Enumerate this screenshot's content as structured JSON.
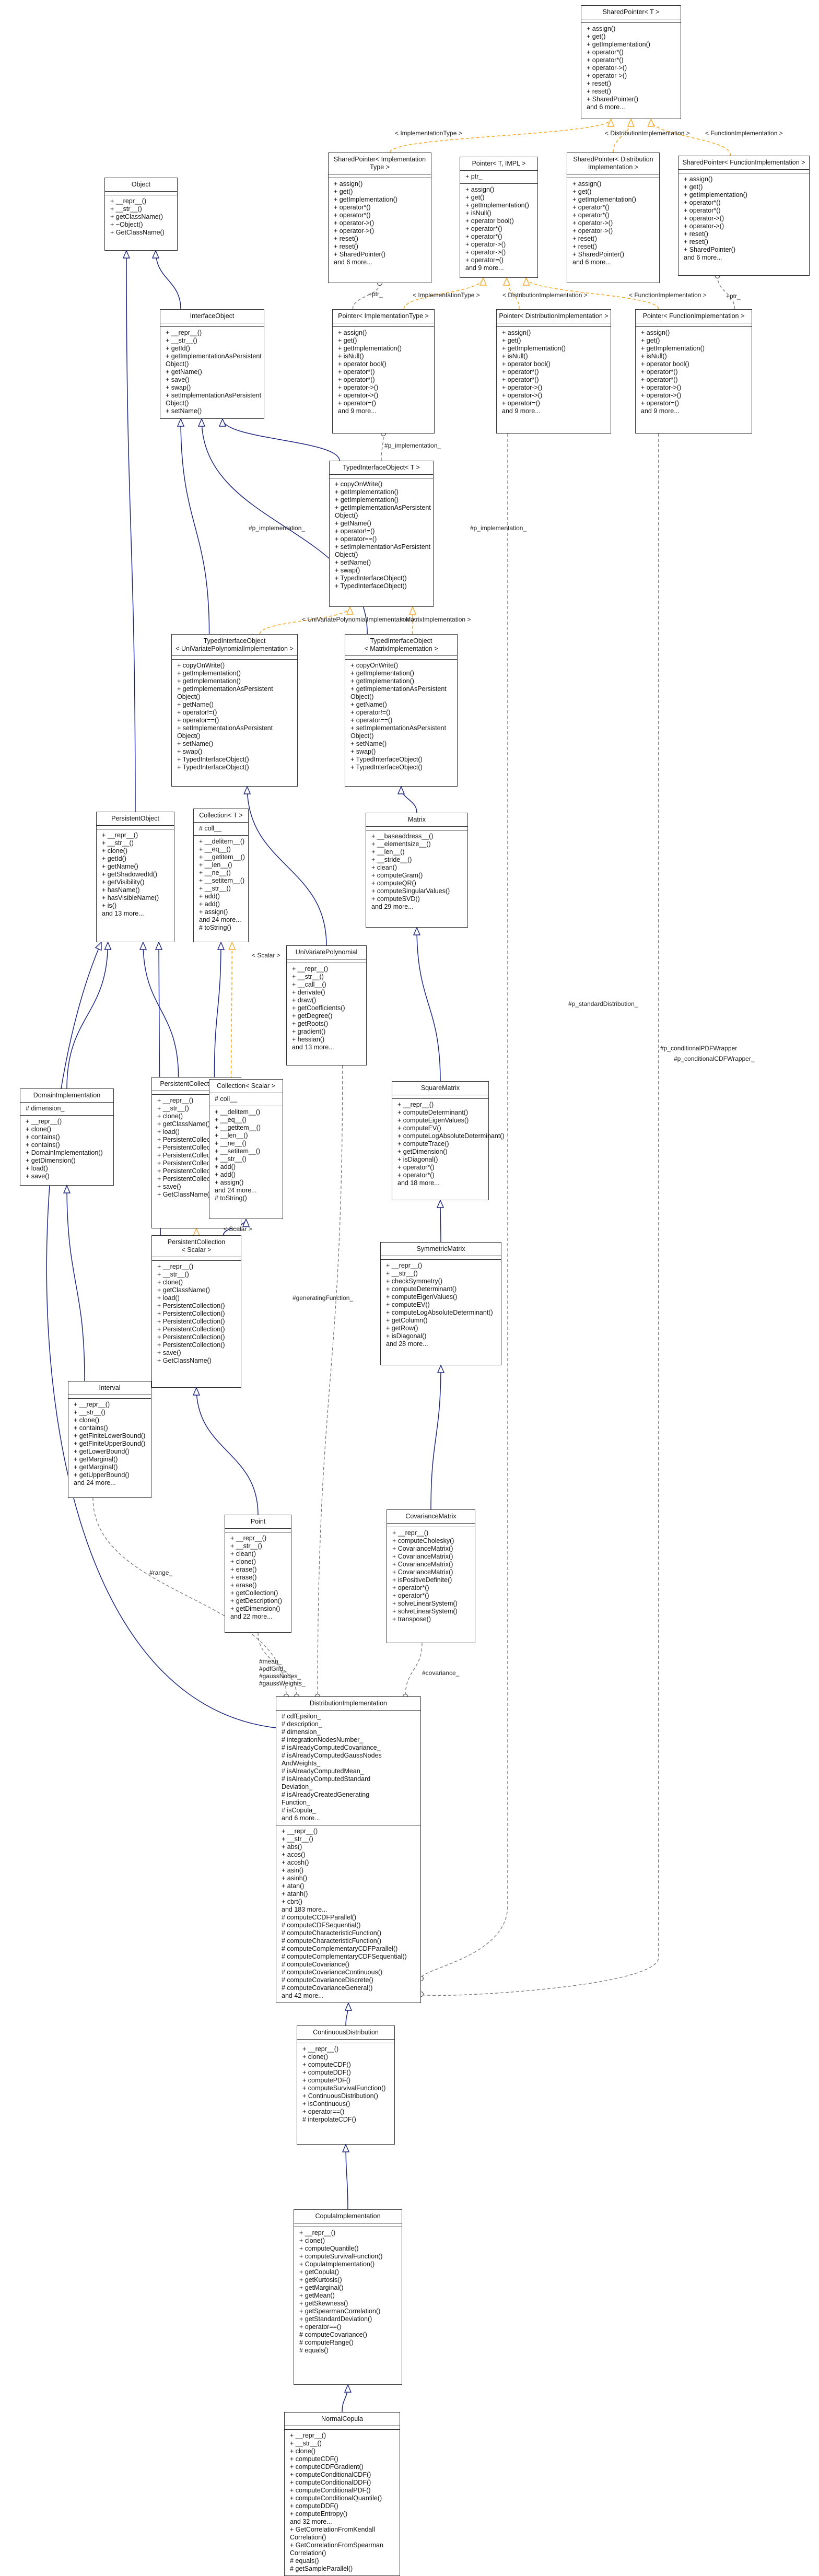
{
  "diagram": {
    "highlighted": "NormalCopula",
    "nodes": [
      {
        "id": "sharedptr_t",
        "title": "SharedPointer< T >",
        "attrs": [],
        "ops": [
          "+ assign()",
          "+ get()",
          "+ getImplementation()",
          "+ operator*()",
          "+ operator*()",
          "+ operator->()",
          "+ operator->()",
          "+ reset()",
          "+ reset()",
          "+ SharedPointer()",
          "and 6 more..."
        ]
      },
      {
        "id": "sharedptr_impl",
        "title": "SharedPointer< Implementation\nType >",
        "attrs": [],
        "ops": [
          "+ assign()",
          "+ get()",
          "+ getImplementation()",
          "+ operator*()",
          "+ operator*()",
          "+ operator->()",
          "+ operator->()",
          "+ reset()",
          "+ reset()",
          "+ SharedPointer()",
          "and 6 more..."
        ]
      },
      {
        "id": "pointer_t",
        "title": "Pointer< T, IMPL >",
        "attrs": [
          "+ ptr_"
        ],
        "ops": [
          "+ assign()",
          "+ get()",
          "+ getImplementation()",
          "+ isNull()",
          "+ operator bool()",
          "+ operator*()",
          "+ operator*()",
          "+ operator->()",
          "+ operator->()",
          "+ operator=()",
          "and 9 more..."
        ]
      },
      {
        "id": "sharedptr_dist",
        "title": "SharedPointer< Distribution\nImplementation >",
        "attrs": [],
        "ops": [
          "+ assign()",
          "+ get()",
          "+ getImplementation()",
          "+ operator*()",
          "+ operator*()",
          "+ operator->()",
          "+ operator->()",
          "+ reset()",
          "+ reset()",
          "+ SharedPointer()",
          "and 6 more..."
        ]
      },
      {
        "id": "sharedptr_func",
        "title": "SharedPointer< FunctionImplementation >",
        "attrs": [],
        "ops": [
          "+ assign()",
          "+ get()",
          "+ getImplementation()",
          "+ operator*()",
          "+ operator*()",
          "+ operator->()",
          "+ operator->()",
          "+ reset()",
          "+ reset()",
          "+ SharedPointer()",
          "and 6 more..."
        ]
      },
      {
        "id": "object",
        "title": "Object",
        "attrs": [],
        "ops": [
          "+ __repr__()",
          "+ __str__()",
          "+ getClassName()",
          "+ ~Object()",
          "+ GetClassName()"
        ]
      },
      {
        "id": "pointer_impltype",
        "title": "Pointer< ImplementationType >",
        "attrs": [],
        "ops": [
          "+ assign()",
          "+ get()",
          "+ getImplementation()",
          "+ isNull()",
          "+ operator bool()",
          "+ operator*()",
          "+ operator*()",
          "+ operator->()",
          "+ operator->()",
          "+ operator=()",
          "and 9 more..."
        ]
      },
      {
        "id": "pointer_dist",
        "title": "Pointer< DistributionImplementation >",
        "attrs": [],
        "ops": [
          "+ assign()",
          "+ get()",
          "+ getImplementation()",
          "+ isNull()",
          "+ operator bool()",
          "+ operator*()",
          "+ operator*()",
          "+ operator->()",
          "+ operator->()",
          "+ operator=()",
          "and 9 more..."
        ]
      },
      {
        "id": "pointer_func",
        "title": "Pointer< FunctionImplementation >",
        "attrs": [],
        "ops": [
          "+ assign()",
          "+ get()",
          "+ getImplementation()",
          "+ isNull()",
          "+ operator bool()",
          "+ operator*()",
          "+ operator*()",
          "+ operator->()",
          "+ operator->()",
          "+ operator=()",
          "and 9 more..."
        ]
      },
      {
        "id": "interfaceobject",
        "title": "InterfaceObject",
        "attrs": [],
        "ops": [
          "+ __repr__()",
          "+ __str__()",
          "+ getId()",
          "+ getImplementationAsPersistent",
          "Object()",
          "+ getName()",
          "+ save()",
          "+ swap()",
          "+ setImplementationAsPersistent",
          "Object()",
          "+ setName()"
        ]
      },
      {
        "id": "typedinterface_t",
        "title": "TypedInterfaceObject< T >",
        "attrs": [],
        "ops": [
          "+ copyOnWrite()",
          "+ getImplementation()",
          "+ getImplementation()",
          "+ getImplementationAsPersistent",
          "Object()",
          "+ getName()",
          "+ operator!=()",
          "+ operator==()",
          "+ setImplementationAsPersistent",
          "Object()",
          "+ setName()",
          "+ swap()",
          "+ TypedInterfaceObject()",
          "+ TypedInterfaceObject()"
        ]
      },
      {
        "id": "typedinterface_uvp",
        "title": "TypedInterfaceObject\n< UniVariatePolynomialImplementation >",
        "attrs": [],
        "ops": [
          "+ copyOnWrite()",
          "+ getImplementation()",
          "+ getImplementation()",
          "+ getImplementationAsPersistent",
          "Object()",
          "+ getName()",
          "+ operator!=()",
          "+ operator==()",
          "+ setImplementationAsPersistent",
          "Object()",
          "+ setName()",
          "+ swap()",
          "+ TypedInterfaceObject()",
          "+ TypedInterfaceObject()"
        ]
      },
      {
        "id": "typedinterface_matrix",
        "title": "TypedInterfaceObject\n< MatrixImplementation >",
        "attrs": [],
        "ops": [
          "+ copyOnWrite()",
          "+ getImplementation()",
          "+ getImplementation()",
          "+ getImplementationAsPersistent",
          "Object()",
          "+ getName()",
          "+ operator!=()",
          "+ operator==()",
          "+ setImplementationAsPersistent",
          "Object()",
          "+ setName()",
          "+ swap()",
          "+ TypedInterfaceObject()",
          "+ TypedInterfaceObject()"
        ]
      },
      {
        "id": "persistentobject",
        "title": "PersistentObject",
        "attrs": [],
        "ops": [
          "+ __repr__()",
          "+ __str__()",
          "+ clone()",
          "+ getId()",
          "+ getName()",
          "+ getShadowedId()",
          "+ getVisibility()",
          "+ hasName()",
          "+ hasVisibleName()",
          "+ is()",
          "and 13 more..."
        ]
      },
      {
        "id": "collection_t",
        "title": "Collection< T >",
        "attrs": [
          "# coll__"
        ],
        "ops": [
          "+ __delitem__()",
          "+ __eq__()",
          "+ __getitem__()",
          "+ __len__()",
          "+ __ne__()",
          "+ __setitem__()",
          "+ __str__()",
          "+ add()",
          "+ add()",
          "+ assign()",
          "and 24 more...",
          "# toString()"
        ]
      },
      {
        "id": "matrix",
        "title": "Matrix",
        "attrs": [],
        "ops": [
          "+ __baseaddress__()",
          "+ __elementsize__()",
          "+ __len__()",
          "+ __stride__()",
          "+ clean()",
          "+ computeGram()",
          "+ computeQR()",
          "+ computeSingularValues()",
          "+ computeSVD()",
          "and 29 more..."
        ]
      },
      {
        "id": "univariatepolynomial",
        "title": "UniVariatePolynomial",
        "attrs": [],
        "ops": [
          "+ __repr__()",
          "+ __str__()",
          "+ __call__()",
          "+ derivate()",
          "+ draw()",
          "+ getCoefficients()",
          "+ getDegree()",
          "+ getRoots()",
          "+ gradient()",
          "+ hessian()",
          "and 13 more..."
        ]
      },
      {
        "id": "domainimplementation",
        "title": "DomainImplementation",
        "attrs": [
          "# dimension_"
        ],
        "ops": [
          "+ __repr__()",
          "+ clone()",
          "+ contains()",
          "+ contains()",
          "+ DomainImplementation()",
          "+ getDimension()",
          "+ load()",
          "+ save()"
        ]
      },
      {
        "id": "persistentcollection_t",
        "title": "PersistentCollection< T >",
        "attrs": [],
        "ops": [
          "+ __repr__()",
          "+ __str__()",
          "+ clone()",
          "+ getClassName()",
          "+ load()",
          "+ PersistentCollection()",
          "+ PersistentCollection()",
          "+ PersistentCollection()",
          "+ PersistentCollection()",
          "+ PersistentCollection()",
          "+ PersistentCollection()",
          "+ save()",
          "+ GetClassName()"
        ]
      },
      {
        "id": "collection_scalar",
        "title": "Collection< Scalar >",
        "attrs": [
          "# coll__"
        ],
        "ops": [
          "+ __delitem__()",
          "+ __eq__()",
          "+ __getitem__()",
          "+ __len__()",
          "+ __ne__()",
          "+ __setitem__()",
          "+ __str__()",
          "+ add()",
          "+ add()",
          "+ assign()",
          "and 24 more...",
          "# toString()"
        ]
      },
      {
        "id": "squarematrix",
        "title": "SquareMatrix",
        "attrs": [],
        "ops": [
          "+ __repr__()",
          "+ computeDeterminant()",
          "+ computeEigenValues()",
          "+ computeEV()",
          "+ computeLogAbsoluteDeterminant()",
          "+ computeTrace()",
          "+ getDimension()",
          "+ isDiagonal()",
          "+ operator*()",
          "+ operator*()",
          "and 18 more..."
        ]
      },
      {
        "id": "persistentcollection_scalar",
        "title": "PersistentCollection\n< Scalar >",
        "attrs": [],
        "ops": [
          "+ __repr__()",
          "+ __str__()",
          "+ clone()",
          "+ getClassName()",
          "+ load()",
          "+ PersistentCollection()",
          "+ PersistentCollection()",
          "+ PersistentCollection()",
          "+ PersistentCollection()",
          "+ PersistentCollection()",
          "+ PersistentCollection()",
          "+ save()",
          "+ GetClassName()"
        ]
      },
      {
        "id": "symmetricmatrix",
        "title": "SymmetricMatrix",
        "attrs": [],
        "ops": [
          "+ __repr__()",
          "+ __str__()",
          "+ checkSymmetry()",
          "+ computeDeterminant()",
          "+ computeEigenValues()",
          "+ computeEV()",
          "+ computeLogAbsoluteDeterminant()",
          "+ getColumn()",
          "+ getRow()",
          "+ isDiagonal()",
          "and 28 more..."
        ]
      },
      {
        "id": "interval",
        "title": "Interval",
        "attrs": [],
        "ops": [
          "+ __repr__()",
          "+ __str__()",
          "+ clone()",
          "+ contains()",
          "+ getFiniteLowerBound()",
          "+ getFiniteUpperBound()",
          "+ getLowerBound()",
          "+ getMarginal()",
          "+ getMarginal()",
          "+ getUpperBound()",
          "and 24 more..."
        ]
      },
      {
        "id": "point",
        "title": "Point",
        "attrs": [],
        "ops": [
          "+ __repr__()",
          "+ __str__()",
          "+ clean()",
          "+ clone()",
          "+ erase()",
          "+ erase()",
          "+ erase()",
          "+ getCollection()",
          "+ getDescription()",
          "+ getDimension()",
          "and 22 more..."
        ]
      },
      {
        "id": "covariancematrix",
        "title": "CovarianceMatrix",
        "attrs": [],
        "ops": [
          "+ __repr__()",
          "+ computeCholesky()",
          "+ CovarianceMatrix()",
          "+ CovarianceMatrix()",
          "+ CovarianceMatrix()",
          "+ CovarianceMatrix()",
          "+ isPositiveDefinite()",
          "+ operator*()",
          "+ operator*()",
          "+ solveLinearSystem()",
          "+ solveLinearSystem()",
          "+ transpose()"
        ]
      },
      {
        "id": "distributionimplementation",
        "title": "DistributionImplementation",
        "attrs": [
          "# cdfEpsilon_",
          "# description_",
          "# dimension_",
          "# integrationNodesNumber_",
          "# isAlreadyComputedCovariance_",
          "# isAlreadyComputedGaussNodes",
          "AndWeights_",
          "# isAlreadyComputedMean_",
          "# isAlreadyComputedStandard",
          "Deviation_",
          "# isAlreadyCreatedGenerating",
          "Function_",
          "# isCopula_",
          "and 6 more..."
        ],
        "ops": [
          "+ __repr__()",
          "+ __str__()",
          "+ abs()",
          "+ acos()",
          "+ acosh()",
          "+ asin()",
          "+ asinh()",
          "+ atan()",
          "+ atanh()",
          "+ cbrt()",
          "and 183 more...",
          "# computeCCDFParallel()",
          "# computeCDFSequential()",
          "# computeCharacteristicFunction()",
          "# computeCharacteristicFunction()",
          "# computeComplementaryCDFParallel()",
          "# computeComplementaryCDFSequential()",
          "# computeCovariance()",
          "# computeCovarianceContinuous()",
          "# computeCovarianceDiscrete()",
          "# computeCovarianceGeneral()",
          "and 42 more..."
        ]
      },
      {
        "id": "continuousdistribution",
        "title": "ContinuousDistribution",
        "attrs": [],
        "ops": [
          "+ __repr__()",
          "+ clone()",
          "+ computeCDF()",
          "+ computeDDF()",
          "+ computePDF()",
          "+ computeSurvivalFunction()",
          "+ ContinuousDistribution()",
          "+ isContinuous()",
          "+ operator==()",
          "# interpolateCDF()"
        ]
      },
      {
        "id": "copulaimplementation",
        "title": "CopulaImplementation",
        "attrs": [],
        "ops": [
          "+ __repr__()",
          "+ clone()",
          "+ computeQuantile()",
          "+ computeSurvivalFunction()",
          "+ CopulaImplementation()",
          "+ getCopula()",
          "+ getKurtosis()",
          "+ getMarginal()",
          "+ getMean()",
          "+ getSkewness()",
          "+ getSpearmanCorrelation()",
          "+ getStandardDeviation()",
          "+ operator==()",
          "# computeCovariance()",
          "# computeRange()",
          "# equals()"
        ]
      },
      {
        "id": "normalcopula",
        "title": "NormalCopula",
        "attrs": [],
        "ops": [
          "+ __repr__()",
          "+ __str__()",
          "+ clone()",
          "+ computeCDF()",
          "+ computeCDFGradient()",
          "+ computeConditionalCDF()",
          "+ computeConditionalDDF()",
          "+ computeConditionalPDF()",
          "+ computeConditionalQuantile()",
          "+ computeDDF()",
          "+ computeEntropy()",
          "and 32 more...",
          "+ GetCorrelationFromKendall",
          "Correlation()",
          "+ GetCorrelationFromSpearman",
          "Correlation()",
          "# equals()",
          "# getSampleParallel()"
        ]
      }
    ],
    "edge_labels": [
      "< ImplementationType >",
      "< DistributionImplementation >",
      "< FunctionImplementation >",
      "+ptr_",
      "< ImplementationType >",
      "< DistributionImplementation >",
      "< FunctionImplementation >",
      "+ptr_",
      "#p_implementation_",
      "#p_implementation_",
      "#p_implementation_",
      "< UniVariatePolynomialImplementation >",
      "< MatrixImplementation >",
      "< Scalar >",
      "< Scalar >",
      "#p_standardDistribution_",
      "#p_conditionalPDFWrapper",
      "#p_conditionalCDFWrapper_",
      "#generatingFunction_",
      "#range_",
      "#mean_\n#pdfGrid_\n#gaussNodes_\n#gaussWeights_",
      "#covariance_"
    ]
  }
}
